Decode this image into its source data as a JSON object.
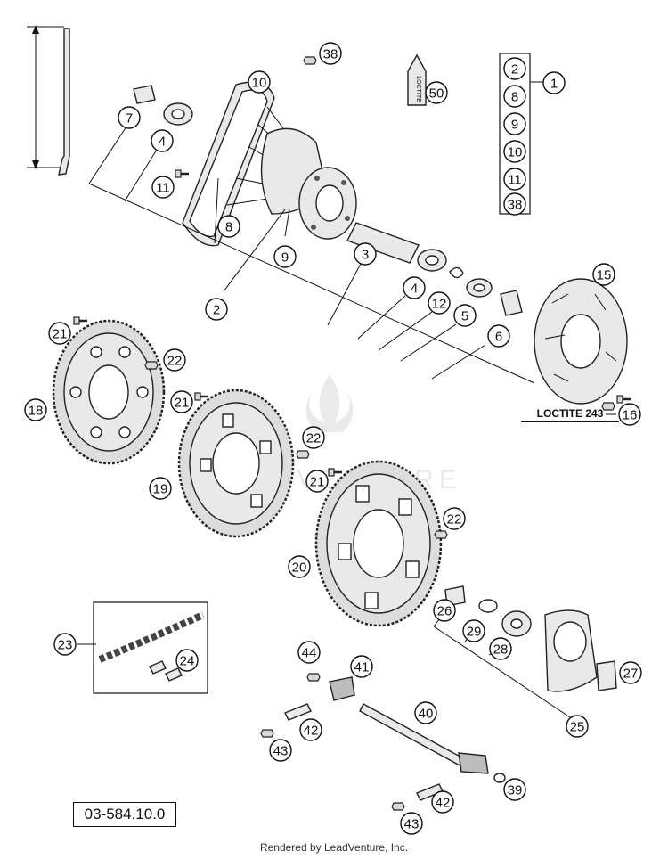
{
  "diagram": {
    "document_number": "03-584.10.0",
    "credit": "Rendered by LeadVenture, Inc.",
    "watermark": "LEADVENTURE",
    "loctite_note": "LOCTITE 243",
    "kit_label": "1",
    "kit_contents": [
      "2",
      "8",
      "9",
      "10",
      "11",
      "38"
    ],
    "callouts": [
      {
        "id": "10",
        "text": "10"
      },
      {
        "id": "38",
        "text": "38"
      },
      {
        "id": "50",
        "text": "50"
      },
      {
        "id": "1",
        "text": "1"
      },
      {
        "id": "7",
        "text": "7"
      },
      {
        "id": "4a",
        "text": "4"
      },
      {
        "id": "11",
        "text": "11"
      },
      {
        "id": "8",
        "text": "8"
      },
      {
        "id": "9",
        "text": "9"
      },
      {
        "id": "3",
        "text": "3"
      },
      {
        "id": "2",
        "text": "2"
      },
      {
        "id": "4b",
        "text": "4"
      },
      {
        "id": "12",
        "text": "12"
      },
      {
        "id": "5",
        "text": "5"
      },
      {
        "id": "6",
        "text": "6"
      },
      {
        "id": "15",
        "text": "15"
      },
      {
        "id": "16",
        "text": "16"
      },
      {
        "id": "21a",
        "text": "21"
      },
      {
        "id": "22a",
        "text": "22"
      },
      {
        "id": "18",
        "text": "18"
      },
      {
        "id": "21b",
        "text": "21"
      },
      {
        "id": "22b",
        "text": "22"
      },
      {
        "id": "19",
        "text": "19"
      },
      {
        "id": "21c",
        "text": "21"
      },
      {
        "id": "22c",
        "text": "22"
      },
      {
        "id": "20",
        "text": "20"
      },
      {
        "id": "26",
        "text": "26"
      },
      {
        "id": "29",
        "text": "29"
      },
      {
        "id": "28",
        "text": "28"
      },
      {
        "id": "27",
        "text": "27"
      },
      {
        "id": "25",
        "text": "25"
      },
      {
        "id": "23",
        "text": "23"
      },
      {
        "id": "24",
        "text": "24"
      },
      {
        "id": "44",
        "text": "44"
      },
      {
        "id": "41",
        "text": "41"
      },
      {
        "id": "40",
        "text": "40"
      },
      {
        "id": "42a",
        "text": "42"
      },
      {
        "id": "43a",
        "text": "43"
      },
      {
        "id": "39",
        "text": "39"
      },
      {
        "id": "42b",
        "text": "42"
      },
      {
        "id": "43b",
        "text": "43"
      }
    ]
  }
}
